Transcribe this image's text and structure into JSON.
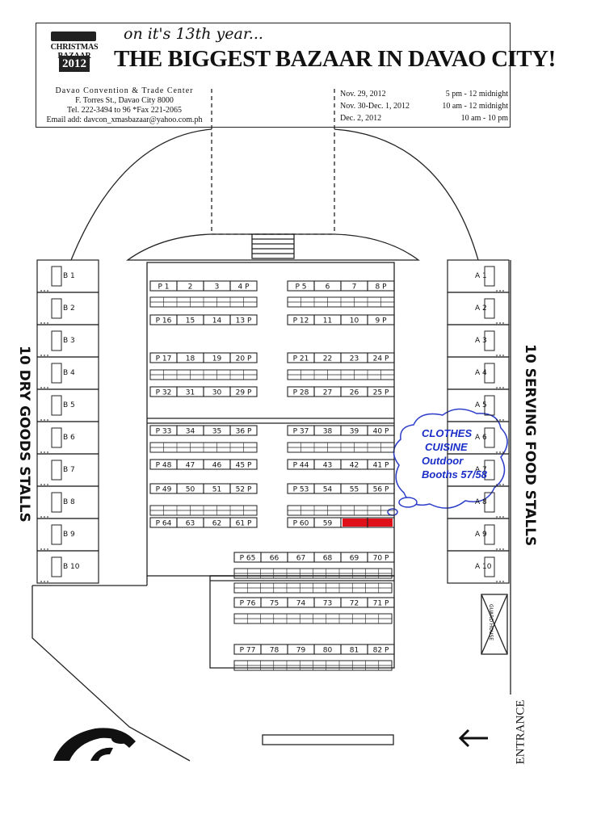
{
  "header": {
    "logo_text": "CHRISTMAS BAZAAR",
    "logo_year": "2012",
    "tagline": "on it's 13th year...",
    "headline": "THE BIGGEST BAZAAR IN DAVAO CITY!",
    "venue_lines": [
      "Davao Convention & Trade Center",
      "F. Torres St., Davao City 8000",
      "Tel. 222-3494 to 96 *Fax 221-2065",
      "Email add: davcon_xmasbazaar@yahoo.com.ph"
    ],
    "schedule": [
      {
        "date": "Nov. 29, 2012",
        "time": "5 pm - 12 midnight"
      },
      {
        "date": "Nov. 30-Dec. 1, 2012",
        "time": "10 am - 12 midnight"
      },
      {
        "date": "Dec. 2, 2012",
        "time": "10 am - 10 pm"
      }
    ]
  },
  "left_title": "10 DRY GOODS STALLS",
  "right_title": "10 SERVING FOOD STALLS",
  "left_stalls": [
    "B 1",
    "B 2",
    "B 3",
    "B 4",
    "B 5",
    "B 6",
    "B 7",
    "B 8",
    "B 9",
    "B 10"
  ],
  "right_stalls": [
    "A 1",
    "A 2",
    "A 3",
    "A 4",
    "A 5",
    "A 6",
    "A 7",
    "A 8",
    "A 9",
    "A 10"
  ],
  "booth_rows": [
    {
      "left": [
        "P 1",
        "2",
        "3",
        "4 P"
      ],
      "right": [
        "P 5",
        "6",
        "7",
        "8 P"
      ]
    },
    {
      "left": [
        "P 16",
        "15",
        "14",
        "13 P"
      ],
      "right": [
        "P 12",
        "11",
        "10",
        "9 P"
      ]
    },
    {
      "left": [
        "P 17",
        "18",
        "19",
        "20 P"
      ],
      "right": [
        "P 21",
        "22",
        "23",
        "24 P"
      ]
    },
    {
      "left": [
        "P 32",
        "31",
        "30",
        "29 P"
      ],
      "right": [
        "P 28",
        "27",
        "26",
        "25 P"
      ]
    },
    {
      "left": [
        "P 33",
        "34",
        "35",
        "36 P"
      ],
      "right": [
        "P 37",
        "38",
        "39",
        "40 P"
      ]
    },
    {
      "left": [
        "P 48",
        "47",
        "46",
        "45 P"
      ],
      "right": [
        "P 44",
        "43",
        "42",
        "41 P"
      ]
    },
    {
      "left": [
        "P 49",
        "50",
        "51",
        "52 P"
      ],
      "right": [
        "P 53",
        "54",
        "55",
        "56 P"
      ]
    },
    {
      "left": [
        "P 64",
        "63",
        "62",
        "61 P"
      ],
      "right": [
        "P 60",
        "59",
        "",
        ""
      ]
    }
  ],
  "lower_rows": [
    [
      "P 65",
      "66",
      "67",
      "68",
      "69",
      "70 P"
    ],
    [
      "P 76",
      "75",
      "74",
      "73",
      "72",
      "71 P"
    ],
    [
      "P 77",
      "78",
      "79",
      "80",
      "81",
      "82 P"
    ]
  ],
  "callout": [
    "CLOTHES",
    "CUISINE",
    "Outdoor",
    "Booths 57/58"
  ],
  "guard_house": "GUARD HOUSE",
  "entrance": "ENTRANCE",
  "colors": {
    "highlight": "#e0101a",
    "callout_text": "#1a2ec7",
    "callout_border": "#2a3cc8"
  }
}
